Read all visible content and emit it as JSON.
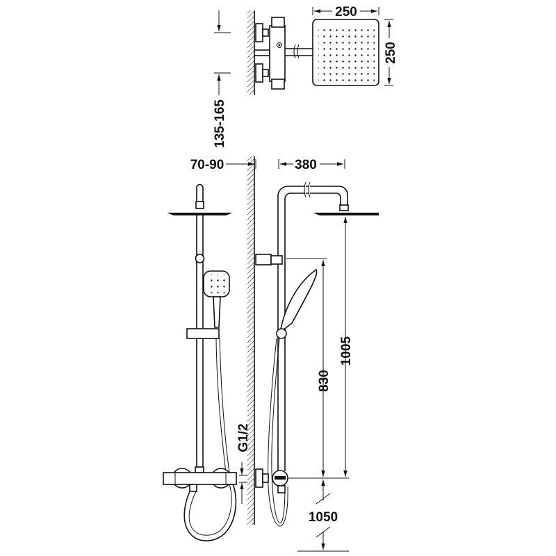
{
  "dimensions": {
    "head_width": "250",
    "head_depth": "250",
    "inlet_spacing": "135-165",
    "wall_offset": "70-90",
    "arm_projection": "380",
    "handshower_holder_height": "830",
    "head_height": "1005",
    "inlet_thread": "G1/2",
    "floor_height": "1050"
  },
  "colors": {
    "line": "#111111",
    "background": "#ffffff"
  }
}
